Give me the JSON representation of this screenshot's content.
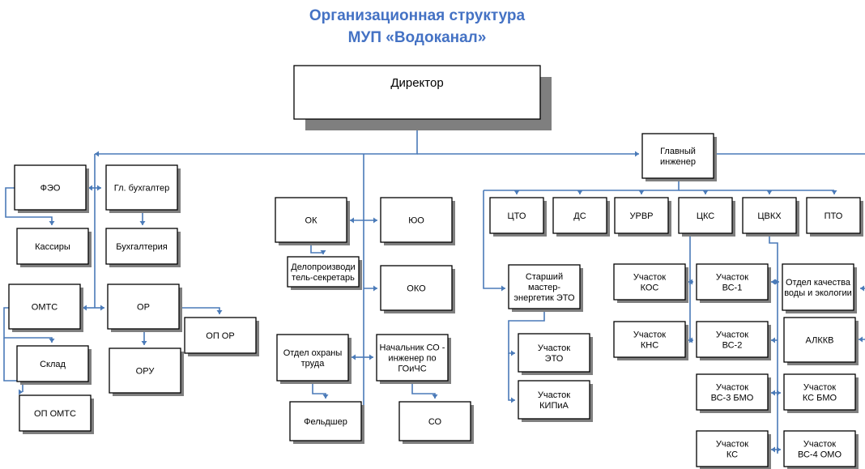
{
  "title": {
    "line1": "Организационная структура",
    "line2": "МУП «Водоканал»"
  },
  "colors": {
    "title": "#4472c4",
    "connector": "#4a7ab8",
    "box_border": "#000000",
    "box_shadow": "#7f7f7f"
  },
  "nodes": {
    "director": [
      "Директор"
    ],
    "chief_engineer": [
      "Главный",
      "инженер"
    ],
    "feo": [
      "ФЭО"
    ],
    "chief_accountant": [
      "Гл. бухгалтер"
    ],
    "cashiers": [
      "Кассиры"
    ],
    "accounting": [
      "Бухгалтерия"
    ],
    "omts": [
      "ОМТС"
    ],
    "or": [
      "ОР"
    ],
    "op_or": [
      "ОП ОР"
    ],
    "sklad": [
      "Склад"
    ],
    "oru": [
      "ОРУ"
    ],
    "op_omts": [
      "ОП ОМТС"
    ],
    "ok": [
      "ОК"
    ],
    "yuo": [
      "ЮО"
    ],
    "clerk": [
      "Делопроизводи",
      "тель-секретарь"
    ],
    "oko": [
      "ОКО"
    ],
    "labor_safety": [
      "Отдел охраны",
      "труда"
    ],
    "civil_defense_head": [
      "Начальник СО -",
      "инженер по",
      "ГОиЧС"
    ],
    "paramedic": [
      "Фельдшер"
    ],
    "so": [
      "СО"
    ],
    "cto": [
      "ЦТО"
    ],
    "ds": [
      "ДС"
    ],
    "urvr": [
      "УРВР"
    ],
    "cks": [
      "ЦКС"
    ],
    "cvkh": [
      "ЦВКХ"
    ],
    "pto": [
      "ПТО"
    ],
    "master_energetic": [
      "Старший",
      "мастер-",
      "энергетик ЭТО"
    ],
    "uch_eto": [
      "Участок",
      "ЭТО"
    ],
    "uch_kipia": [
      "Участок",
      "КИПиА"
    ],
    "uch_kos": [
      "Участок",
      "КОС"
    ],
    "uch_kns": [
      "Участок",
      "КНС"
    ],
    "uch_vs1": [
      "Участок",
      "ВС-1"
    ],
    "uch_vs2": [
      "Участок",
      "ВС-2"
    ],
    "uch_vs3": [
      "Участок",
      "ВС-3 БМО"
    ],
    "uch_ks": [
      "Участок",
      "КС"
    ],
    "quality_dept": [
      "Отдел качества",
      "воды и экологии"
    ],
    "alkkv": [
      "АЛККВ"
    ],
    "uch_ks_bmo": [
      "Участок",
      "КС БМО"
    ],
    "uch_vs4": [
      "Участок",
      "ВС-4 ОМО"
    ]
  }
}
